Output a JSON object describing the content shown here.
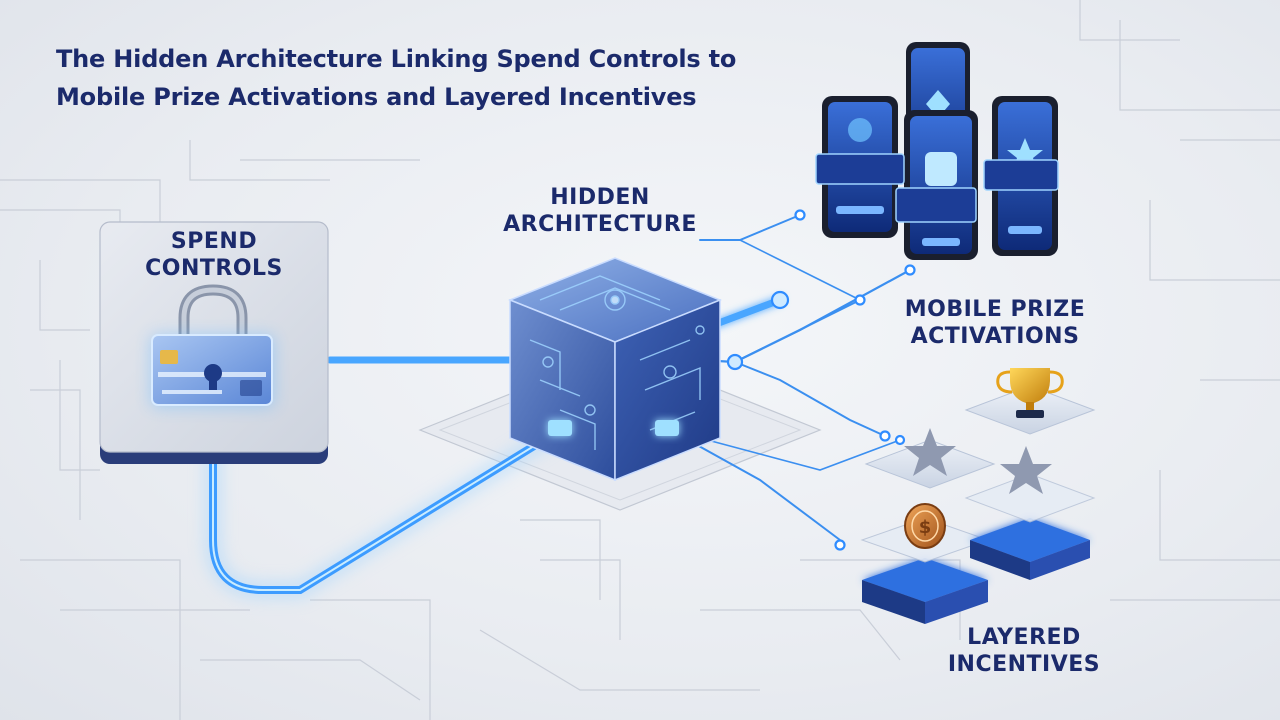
{
  "title": {
    "line1": "The Hidden Architecture Linking Spend Controls to",
    "line2": "Mobile Prize Activations and Layered Incentives"
  },
  "nodes": {
    "spend_controls": {
      "line1": "SPEND",
      "line2": "CONTROLS"
    },
    "hidden_architecture": {
      "line1": "HIDDEN",
      "line2": "ARCHITECTURE"
    },
    "mobile_prize_activations": {
      "line1": "MOBILE PRIZE",
      "line2": "ACTIVATIONS"
    },
    "layered_incentives": {
      "line1": "LAYERED",
      "line2": "INCENTIVES"
    }
  },
  "colors": {
    "navy": "#1b2a6b",
    "accent_blue": "#2f8cff",
    "glow_blue": "#6fc3ff",
    "gold": "#e6a21a",
    "panel_gray": "#dfe3ea"
  },
  "icons": [
    "padlock-icon",
    "credit-card-icon",
    "cube-icon",
    "phone-icon",
    "trophy-icon",
    "star-icon",
    "coin-icon"
  ]
}
